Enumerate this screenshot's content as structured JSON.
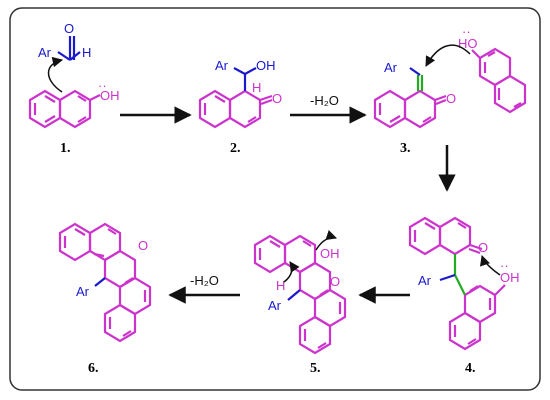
{
  "colors": {
    "ring": "#cc33cc",
    "substituent": "#1a1acc",
    "new_bond": "#22aa22",
    "arrow": "#111111",
    "frame": "#333333",
    "background": "#ffffff"
  },
  "labels": {
    "c1": "1.",
    "c2": "2.",
    "c3": "3.",
    "c4": "4.",
    "c5": "5.",
    "c6": "6."
  },
  "atoms": {
    "ar": "Ar",
    "h": "H",
    "o": "O",
    "oh": "OH",
    "ho": "HO",
    "lone_pair": "··"
  },
  "conditions": {
    "step2_3": "-H₂O",
    "step5_6": "-H₂O"
  }
}
